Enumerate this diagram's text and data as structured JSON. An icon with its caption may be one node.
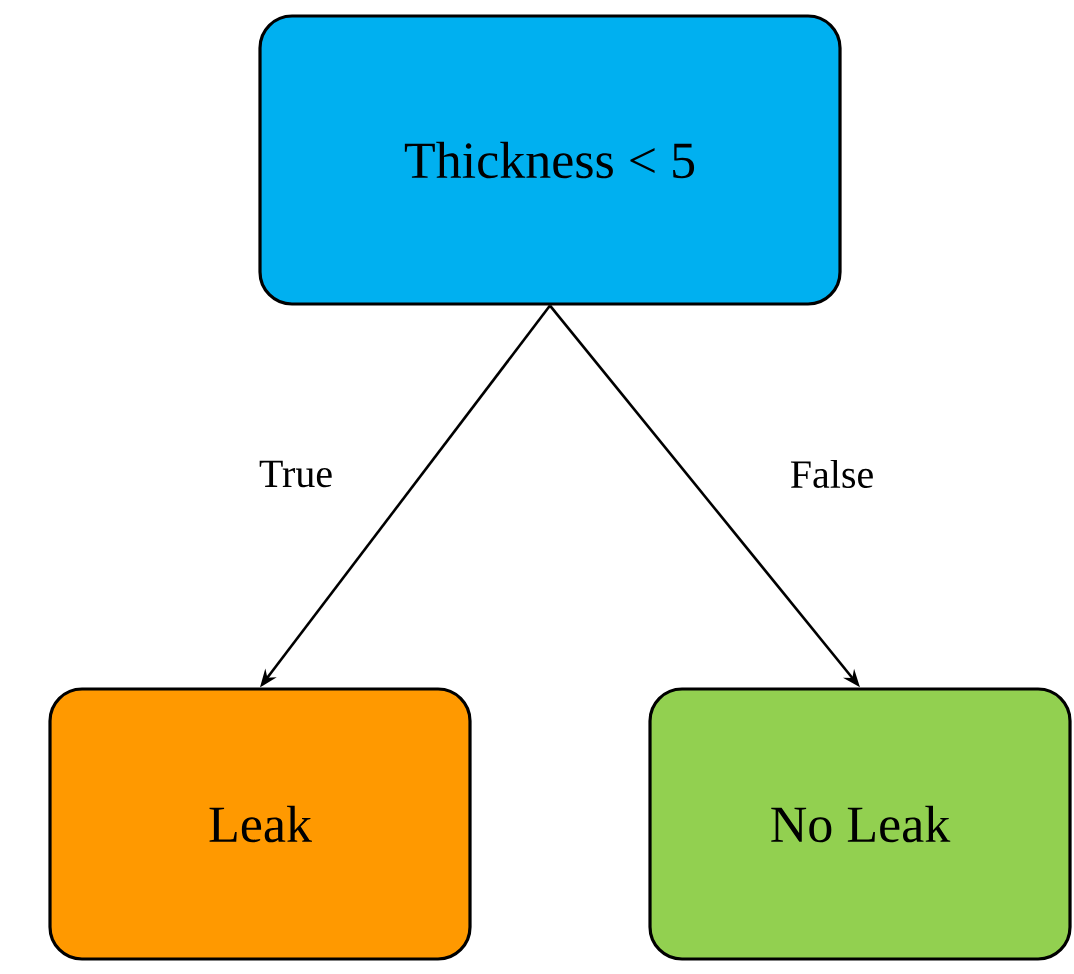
{
  "diagram": {
    "nodes": [
      {
        "text": [
          "Thickness < 5"
        ]
      },
      {
        "text": [
          "Leak"
        ]
      },
      {
        "text": [
          "No Leak"
        ]
      }
    ],
    "edges": [
      {
        "from": 0,
        "to": 1,
        "arrow": "to",
        "label": "True"
      },
      {
        "from": 0,
        "to": 2,
        "arrow": "to",
        "label": "False"
      }
    ]
  }
}
